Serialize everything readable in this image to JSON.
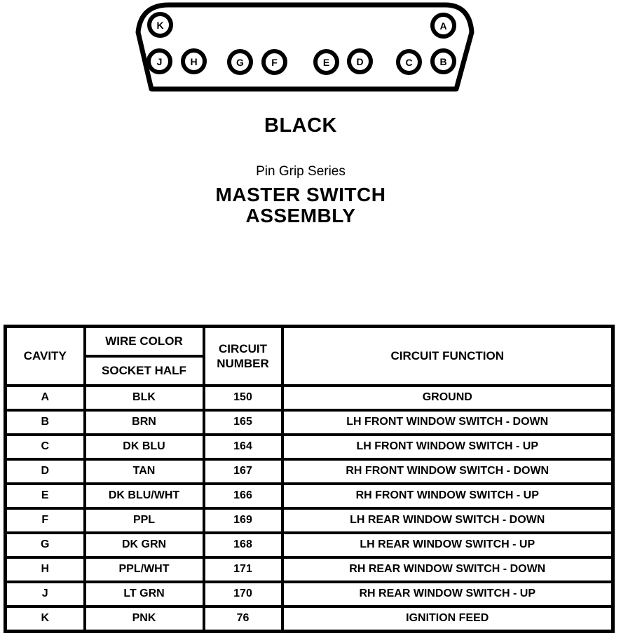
{
  "connector": {
    "pins": [
      "K",
      "A",
      "J",
      "H",
      "G",
      "F",
      "E",
      "D",
      "C",
      "B"
    ],
    "color_label": "BLACK",
    "series_label": "Pin Grip Series",
    "assembly_line1": "MASTER SWITCH",
    "assembly_line2": "ASSEMBLY"
  },
  "table": {
    "headers": {
      "cavity": "CAVITY",
      "wire_color": "WIRE COLOR",
      "socket_half": "SOCKET HALF",
      "circuit_number": "CIRCUIT NUMBER",
      "circuit_function": "CIRCUIT FUNCTION"
    },
    "rows": [
      {
        "cavity": "A",
        "wire_color": "BLK",
        "circuit_number": "150",
        "circuit_function": "GROUND"
      },
      {
        "cavity": "B",
        "wire_color": "BRN",
        "circuit_number": "165",
        "circuit_function": "LH FRONT WINDOW SWITCH - DOWN"
      },
      {
        "cavity": "C",
        "wire_color": "DK BLU",
        "circuit_number": "164",
        "circuit_function": "LH FRONT WINDOW SWITCH - UP"
      },
      {
        "cavity": "D",
        "wire_color": "TAN",
        "circuit_number": "167",
        "circuit_function": "RH FRONT WINDOW SWITCH - DOWN"
      },
      {
        "cavity": "E",
        "wire_color": "DK BLU/WHT",
        "circuit_number": "166",
        "circuit_function": "RH FRONT WINDOW SWITCH - UP"
      },
      {
        "cavity": "F",
        "wire_color": "PPL",
        "circuit_number": "169",
        "circuit_function": "LH REAR WINDOW SWITCH - DOWN"
      },
      {
        "cavity": "G",
        "wire_color": "DK GRN",
        "circuit_number": "168",
        "circuit_function": "LH REAR WINDOW SWITCH - UP"
      },
      {
        "cavity": "H",
        "wire_color": "PPL/WHT",
        "circuit_number": "171",
        "circuit_function": "RH REAR WINDOW SWITCH - DOWN"
      },
      {
        "cavity": "J",
        "wire_color": "LT GRN",
        "circuit_number": "170",
        "circuit_function": "RH REAR WINDOW SWITCH - UP"
      },
      {
        "cavity": "K",
        "wire_color": "PNK",
        "circuit_number": "76",
        "circuit_function": "IGNITION FEED"
      }
    ]
  },
  "colors": {
    "ink": "#000000",
    "paper": "#ffffff"
  }
}
